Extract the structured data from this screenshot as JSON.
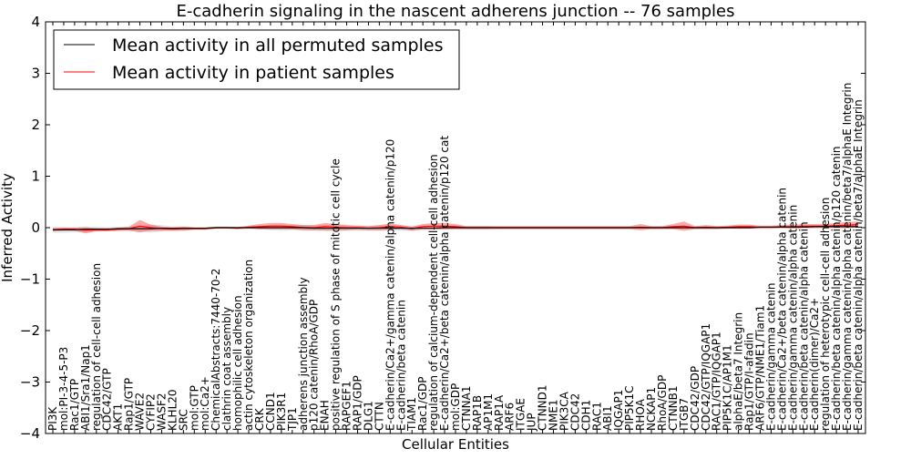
{
  "chart_data": {
    "type": "line",
    "title": "E-cadherin signaling in the nascent adherens junction -- 76 samples",
    "xlabel": "Cellular Entities",
    "ylabel": "Inferred Activity",
    "ylim": [
      -4,
      4
    ],
    "yticks": [
      -4,
      -3,
      -2,
      -1,
      0,
      1,
      2,
      3,
      4
    ],
    "ytick_labels": [
      "−4",
      "−3",
      "−2",
      "−1",
      "0",
      "1",
      "2",
      "3",
      "4"
    ],
    "legend_position": "top-left",
    "grid": false,
    "categories": [
      "PI3K",
      "mol:PI-3-4-5-P3",
      "Rac1/GTP",
      "ABI1/Sra1/Nap1",
      "regulation of cell-cell adhesion",
      "CDC42/GTP",
      "AKT1",
      "Rap1/GTP",
      "WAVE2",
      "CYFIP2",
      "WASF2",
      "KLHL20",
      "SRC",
      "mol:GTP",
      "mol:Ca2+",
      "ChemicalAbstracts:7440-70-2",
      "clathrin coat assembly",
      "homophilic cell adhesion",
      "actin cytoskeleton organization",
      "CRK",
      "CCND1",
      "PIK3R1",
      "TJP1",
      "adherens junction assembly",
      "p120 catenin/RhoA/GDP",
      "ENAH",
      "positive regulation of S phase of mitotic cell cycle",
      "RAPGEF1",
      "RAP1/GDP",
      "DLG1",
      "CTTN",
      "E-cadherin/Ca2+/gamma catenin/alpha catenin/p120",
      "E-cadherin/beta catenin",
      "TIAM1",
      "Rac1/GDP",
      "regulation of calcium-dependent cell-cell adhesion",
      "E-cadherin/Ca2+/beta catenin/alpha catenin/p120 cat",
      "mol:GDP",
      "CTNNA1",
      "RAP1B",
      "AP1M1",
      "RAP1A",
      "ARF6",
      "ITGAE",
      "JUP",
      "CTNND1",
      "NME1",
      "PIK3CA",
      "CDC42",
      "CDH1",
      "RAC1",
      "ABI1",
      "IQGAP1",
      "PIP5K1C",
      "RHOA",
      "NCKAP1",
      "RhoA/GDP",
      "CTNNB1",
      "ITGB7",
      "CDC42/GDP",
      "CDC42/GTP/IQGAP1",
      "RAC1/GTP/IQGAP1",
      "PIP5K1C/AP1M1",
      "alphaE/beta7 Integrin",
      "Rap1/GTP/I-afadin",
      "ARF6/GTP/NME1/Tiam1",
      "E-cadherin/gamma catenin",
      "E-cadherin/Ca2+/beta catenin/alpha catenin",
      "E-cadherin/gamma catenin/alpha catenin",
      "E-cadherin/beta catenin/alpha catenin",
      "E-cadherin(dimer)/Ca2+",
      "regulation of heterotypic cell-cell adhesion",
      "E-cadherin/beta catenin/alpha catenin/p120 catenin",
      "E-cadherin/gamma catenin/alpha catenin/beta7/alphaE Integrin",
      "E-cadherin/beta catenin/alpha catenin/beta7/alphaE Integrin"
    ],
    "series": [
      {
        "name": "Mean activity in all permuted samples",
        "color": "#000000",
        "values": [
          -0.04,
          -0.04,
          -0.04,
          -0.03,
          -0.03,
          -0.03,
          -0.02,
          -0.02,
          -0.02,
          -0.02,
          -0.01,
          -0.01,
          -0.01,
          -0.01,
          -0.01,
          0,
          0,
          0,
          0,
          0,
          0,
          0,
          0,
          0,
          -0.01,
          -0.01,
          -0.01,
          -0.01,
          -0.01,
          -0.01,
          -0.01,
          -0.01,
          -0.01,
          -0.01,
          -0.01,
          -0.01,
          0,
          0,
          0,
          0,
          0,
          0,
          0,
          0,
          0,
          0,
          0,
          0,
          0,
          0,
          0,
          0,
          0,
          0,
          0,
          0,
          0,
          0,
          0,
          0,
          0,
          0,
          0,
          0,
          0,
          0.01,
          0.01,
          0.01,
          0.01,
          0.01,
          0.02,
          0.02,
          0.02,
          0.02,
          0.02
        ],
        "band": [
          0.06,
          0.06,
          0.05,
          0.05,
          0.05,
          0.04,
          0.04,
          0.04,
          0.05,
          0.08,
          0.06,
          0.04,
          0.04,
          0.03,
          0.03,
          0.02,
          0.02,
          0.02,
          0.02,
          0.03,
          0.05,
          0.06,
          0.05,
          0.05,
          0.05,
          0.06,
          0.06,
          0.05,
          0.05,
          0.05,
          0.05,
          0.05,
          0.05,
          0.05,
          0.04,
          0.04,
          0.04,
          0.03,
          0.03,
          0.03,
          0.03,
          0.02,
          0.02,
          0.02,
          0.02,
          0.02,
          0.02,
          0.02,
          0.02,
          0.02,
          0.02,
          0.02,
          0.02,
          0.02,
          0.02,
          0.02,
          0.02,
          0.02,
          0.02,
          0.02,
          0.02,
          0.02,
          0.02,
          0.02,
          0.02,
          0.02,
          0.02,
          0.02,
          0.02,
          0.02,
          0.02,
          0.02,
          0.02,
          0.02,
          0.02
        ]
      },
      {
        "name": "Mean activity in patient samples",
        "color": "#ff0000",
        "values": [
          -0.04,
          -0.03,
          -0.03,
          -0.05,
          -0.04,
          -0.04,
          -0.03,
          -0.02,
          0.03,
          0,
          -0.02,
          -0.03,
          -0.02,
          -0.02,
          -0.02,
          0,
          0,
          -0.01,
          0.01,
          0.02,
          0.03,
          0.03,
          0.02,
          0,
          0,
          0.02,
          0.01,
          0,
          0,
          -0.01,
          0,
          0.02,
          0.01,
          -0.02,
          0.02,
          0.03,
          0.03,
          0.02,
          0,
          0,
          0,
          0,
          0,
          0,
          0,
          0,
          0,
          0,
          0,
          0,
          0,
          0,
          0,
          0,
          0.01,
          0,
          0,
          0.02,
          0.03,
          0,
          0.01,
          0,
          0.01,
          0.02,
          0.02,
          0.01,
          0.01,
          0.02,
          0.02,
          0.03,
          0.03,
          0.03,
          0.04,
          0.05,
          0.06
        ],
        "band": [
          0.03,
          0.03,
          0.03,
          0.06,
          0.03,
          0.03,
          0.03,
          0.04,
          0.12,
          0.06,
          0.04,
          0.03,
          0.04,
          0.02,
          0.02,
          0.02,
          0.02,
          0.02,
          0.03,
          0.05,
          0.06,
          0.06,
          0.05,
          0.05,
          0.05,
          0.07,
          0.06,
          0.05,
          0.04,
          0.04,
          0.05,
          0.06,
          0.04,
          0.04,
          0.05,
          0.06,
          0.06,
          0.05,
          0.03,
          0.03,
          0.03,
          0.03,
          0.03,
          0.03,
          0.03,
          0.03,
          0.03,
          0.03,
          0.03,
          0.03,
          0.03,
          0.03,
          0.03,
          0.03,
          0.06,
          0.03,
          0.03,
          0.05,
          0.09,
          0.03,
          0.04,
          0.03,
          0.03,
          0.04,
          0.04,
          0.03,
          0.03,
          0.03,
          0.04,
          0.04,
          0.04,
          0.04,
          0.05,
          0.06,
          0.06
        ]
      }
    ]
  }
}
